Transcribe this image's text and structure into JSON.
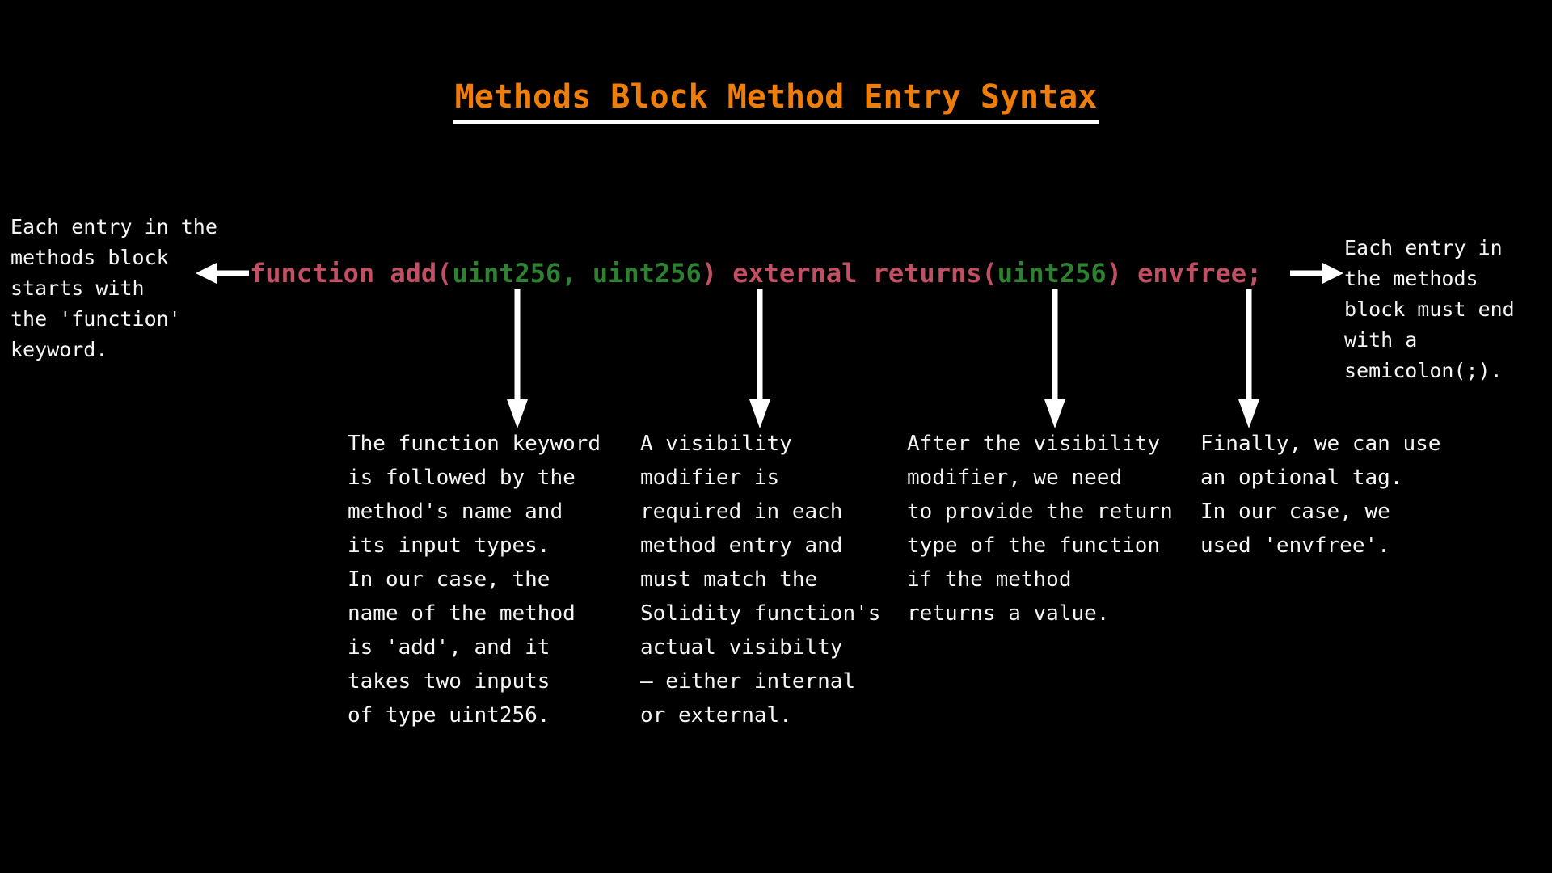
{
  "colors": {
    "background": "#000000",
    "title_orange": "#ef7d0a",
    "underline_white": "#ffffff",
    "code_red": "#c15064",
    "code_green": "#2f8132",
    "text_white": "#f5f5f5",
    "arrow_white": "#ffffff"
  },
  "icons": {
    "left_arrow": "arrow-left",
    "right_arrow": "arrow-right",
    "down_arrow": "arrow-down"
  },
  "title": {
    "text": "Methods Block Method Entry Syntax"
  },
  "code_line": {
    "full_text": "function add(uint256, uint256) external returns(uint256) envfree;",
    "segments": [
      {
        "text": "function add(",
        "color": "red"
      },
      {
        "text": "uint256, uint256",
        "color": "green"
      },
      {
        "text": ") external returns(",
        "color": "red"
      },
      {
        "text": "uint256",
        "color": "green"
      },
      {
        "text": ") envfree;",
        "color": "red"
      }
    ]
  },
  "left_note": {
    "lines": [
      "Each entry in the",
      "methods block",
      "starts with",
      "the 'function'",
      "keyword."
    ]
  },
  "right_note": {
    "lines": [
      "Each entry in",
      "the methods",
      "block must end",
      "with a",
      "semicolon(;)."
    ]
  },
  "annotations": [
    {
      "id": "function-name-inputs",
      "lines": [
        "The function keyword",
        "is followed by the",
        "method's name and",
        "its input types.",
        "In our case, the",
        "name of the method",
        "is 'add', and it",
        "takes two inputs",
        "of type uint256."
      ]
    },
    {
      "id": "visibility-modifier",
      "lines": [
        "A visibility",
        "modifier is",
        "required in each",
        "method entry and",
        "must match the",
        "Solidity function's",
        "actual visibilty",
        "— either internal",
        "or external."
      ]
    },
    {
      "id": "return-type",
      "lines": [
        "After the visibility",
        "modifier, we need",
        "to provide the return",
        "type of the function",
        "if the method",
        "returns a value."
      ]
    },
    {
      "id": "optional-tag",
      "lines": [
        "Finally, we can use",
        "an optional tag.",
        "In our case, we",
        "used 'envfree'."
      ]
    }
  ]
}
